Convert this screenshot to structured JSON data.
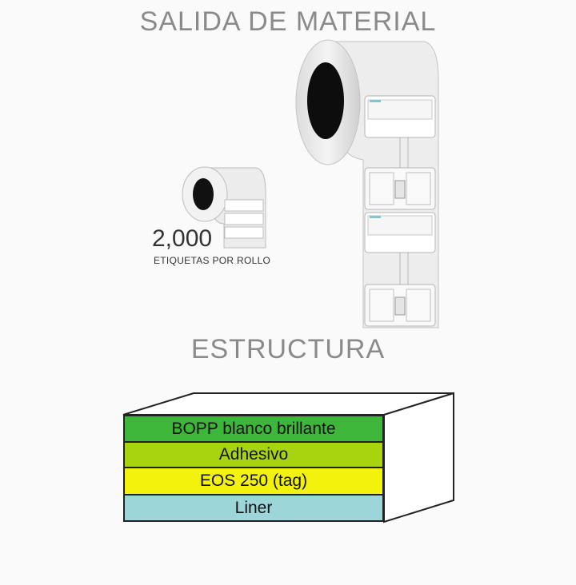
{
  "header": {
    "title": "SALIDA DE MATERIAL"
  },
  "roll_small": {
    "count": "2,000",
    "count_label": "ETIQUETAS POR ROLLO"
  },
  "structure": {
    "title": "ESTRUCTURA",
    "layers": [
      {
        "label": "BOPP blanco brillante",
        "color": "#3db63a"
      },
      {
        "label": "Adhesivo",
        "color": "#a8d40f"
      },
      {
        "label": "EOS 250 (tag)",
        "color": "#f2f20c"
      },
      {
        "label": "Liner",
        "color": "#9dd6d8"
      }
    ]
  },
  "colors": {
    "heading": "#8a8a8a",
    "accent_strip": "#7fc7cc"
  }
}
